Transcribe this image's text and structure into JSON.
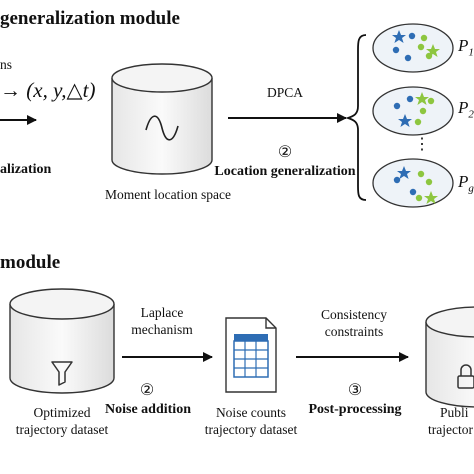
{
  "module1": {
    "title": "generalization module",
    "input_label": "ns",
    "tuple": "→ (x, y,△t)",
    "left_label": "alization",
    "space_caption": "Moment location space",
    "dpca": "DPCA",
    "step_num": "②",
    "step_label": "Location generalization",
    "ellipsis": "⋮",
    "partitions": [
      {
        "base": "P",
        "sub": "1"
      },
      {
        "base": "P",
        "sub": "2"
      },
      {
        "base": "P",
        "sub": "g"
      }
    ]
  },
  "module2": {
    "title": "module",
    "db1_caption": [
      "Optimized",
      "trajectory dataset"
    ],
    "laplace": [
      "Laplace",
      "mechanism"
    ],
    "step2_num": "②",
    "step2_label": "Noise addition",
    "noise_caption": [
      "Noise counts",
      "trajectory dataset"
    ],
    "consistency": [
      "Consistency",
      "constraints"
    ],
    "step3_num": "③",
    "step3_label": "Post-processing",
    "db2_caption": [
      "Publi",
      "trajector"
    ]
  },
  "colors": {
    "blue": "#2e6db4",
    "green": "#8dc63f",
    "cylinder_fill": "#f2f2f2",
    "panel_fill": "#eef3f8"
  }
}
